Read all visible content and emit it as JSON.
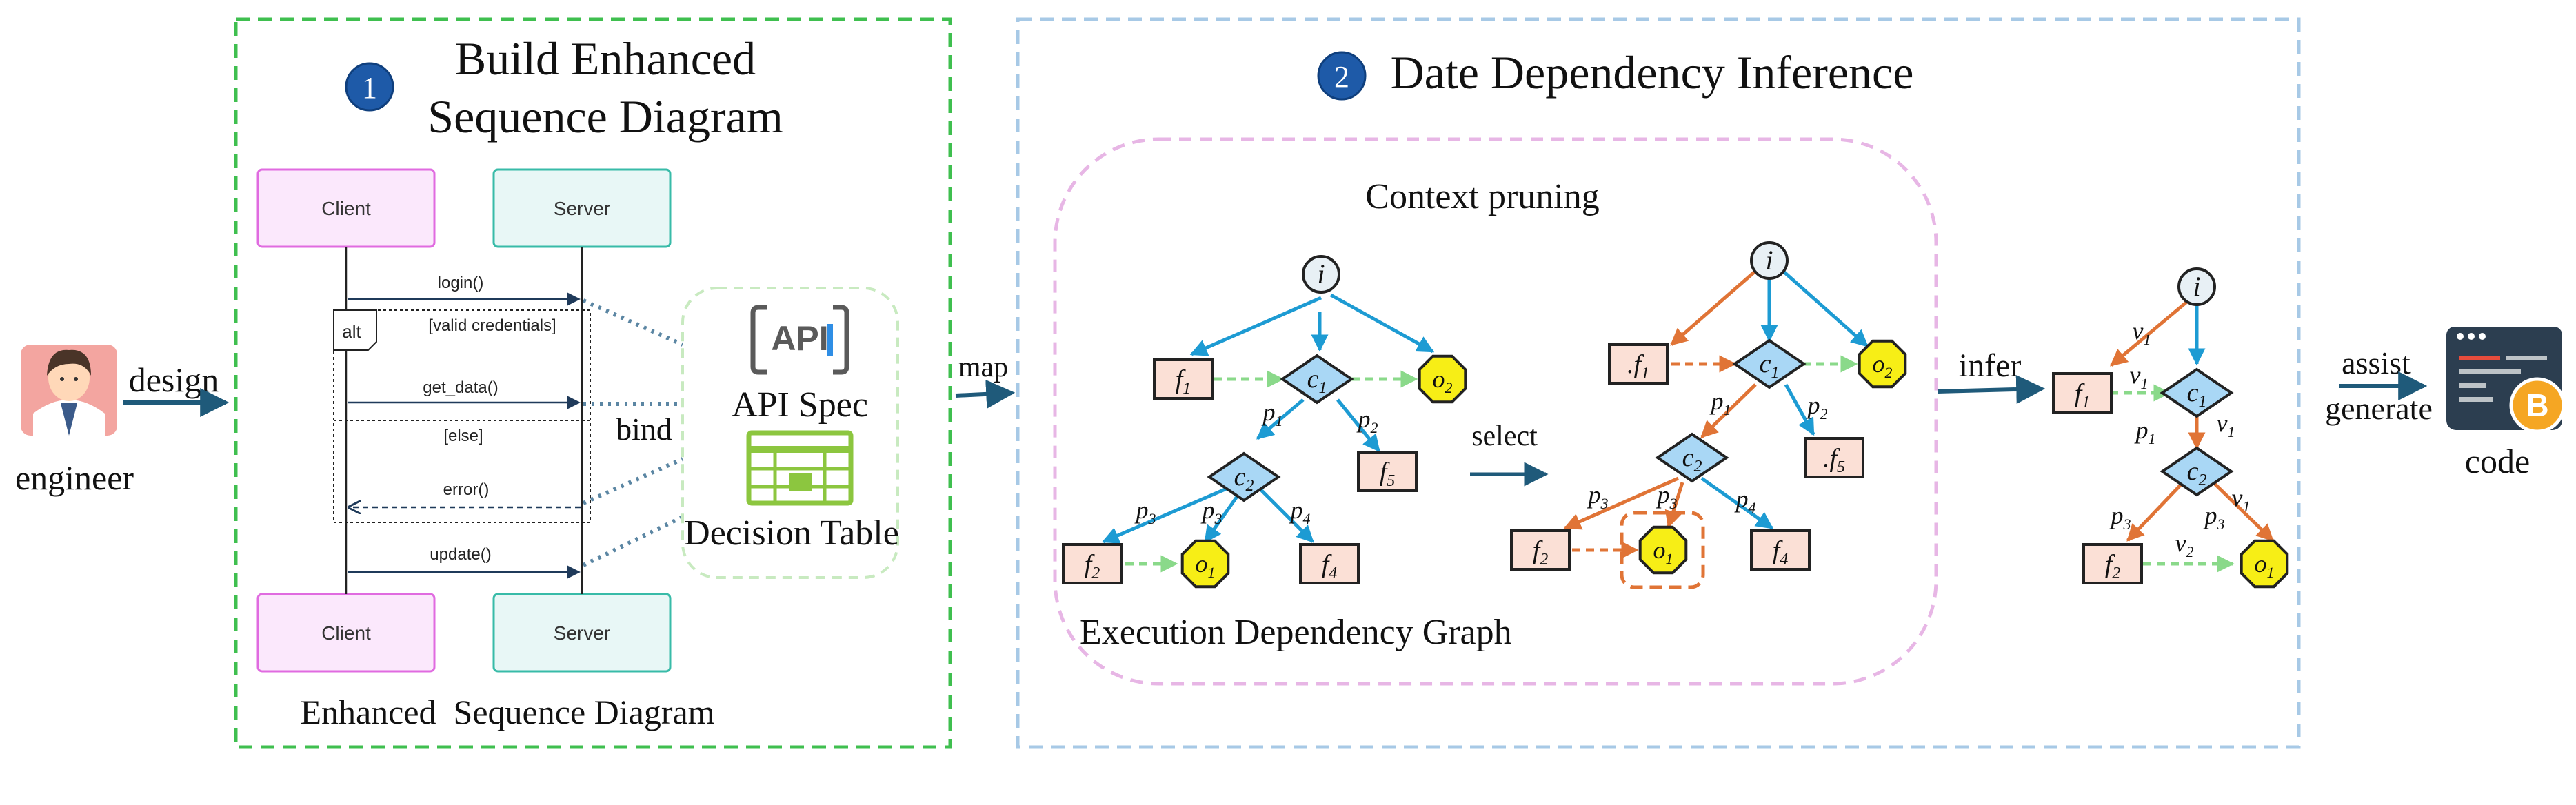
{
  "left_actor": {
    "arrow_label": "design",
    "caption": "engineer"
  },
  "panel1": {
    "step": "1",
    "title_line1": "Build Enhanced",
    "title_line2": "Sequence Diagram",
    "caption": "Enhanced  Sequence Diagram",
    "lifeline_client": "Client",
    "lifeline_server": "Server",
    "alt_tag": "alt",
    "guard_valid": "[valid credentials]",
    "guard_else": "[else]",
    "messages": [
      "login()",
      "get_data()",
      "error()",
      "update()"
    ],
    "bind_label": "bind",
    "api_spec": "API Spec",
    "decision_table": "Decision Table",
    "api_icon_text": "API"
  },
  "map_label": "map",
  "panel2": {
    "step": "2",
    "title": "Date Dependency Inference",
    "context_pruning": "Context pruning",
    "edg_caption": "Execution Dependency Graph",
    "select_label": "select",
    "infer_label": "infer"
  },
  "graph_labels": {
    "i": "i",
    "c1": "c",
    "c1_sub": "1",
    "c2": "c",
    "c2_sub": "2",
    "f1": "f",
    "f1_sub": "1",
    "f2": "f",
    "f2_sub": "2",
    "f4": "f",
    "f4_sub": "4",
    "f5": "f",
    "f5_sub": "5",
    "o1": "o",
    "o1_sub": "1",
    "o2": "o",
    "o2_sub": "2",
    "p1": "p",
    "p1_sub": "1",
    "p2": "p",
    "p2_sub": "2",
    "p3": "p",
    "p3_sub": "3",
    "p4": "p",
    "p4_sub": "4",
    "v1": "v",
    "v1_sub": "1",
    "v2": "v",
    "v2_sub": "2",
    "dot": "."
  },
  "right_output": {
    "assist": "assist",
    "generate": "generate",
    "caption": "code"
  },
  "colors": {
    "green_dash": "#3fbf4f",
    "blue_dash": "#a7c9e6",
    "pink_dash": "#e7b6e5",
    "blue_edge": "#1d9bd3",
    "orange_edge": "#e07436",
    "green_edge": "#8ad98a",
    "diamond": "#a9d7f5",
    "rect_fill": "#fbe0d6",
    "octagon": "#f7ee16",
    "flow_arrow": "#1f5a7a",
    "step_circle": "#1e5aa8"
  }
}
